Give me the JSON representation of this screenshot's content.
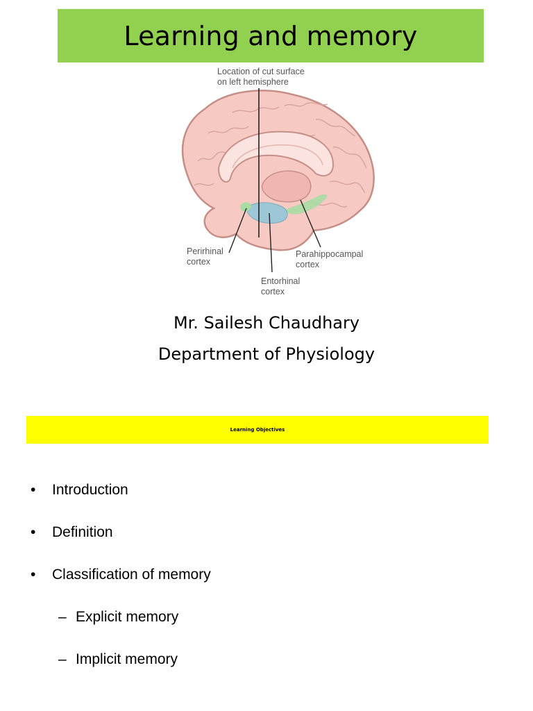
{
  "title": "Learning and memory",
  "figure": {
    "cut_label": "Location of cut surface\non left hemisphere",
    "perirhinal_label": "Perirhinal\ncortex",
    "entorhinal_label": "Entorhinal\ncortex",
    "parahippocampal_label": "Parahippocampal\ncortex",
    "colors": {
      "brain": "#f6c9c3",
      "outline": "#c58f88",
      "entorhinal": "#9dc6d6",
      "parahippocampal": "#a9dca3"
    }
  },
  "author": {
    "name": "Mr. Sailesh Chaudhary",
    "department": "Department of Physiology"
  },
  "objectives": {
    "heading": "Learning Objectives",
    "items": [
      {
        "marker": "•",
        "text": "Introduction"
      },
      {
        "marker": "•",
        "text": "Definition"
      },
      {
        "marker": "•",
        "text": "Classification of memory"
      },
      {
        "marker": "–",
        "text": "Explicit memory"
      },
      {
        "marker": "–",
        "text": "Implicit memory"
      }
    ]
  },
  "colors": {
    "title_banner": "#92d050",
    "objectives_banner": "#ffff00"
  }
}
